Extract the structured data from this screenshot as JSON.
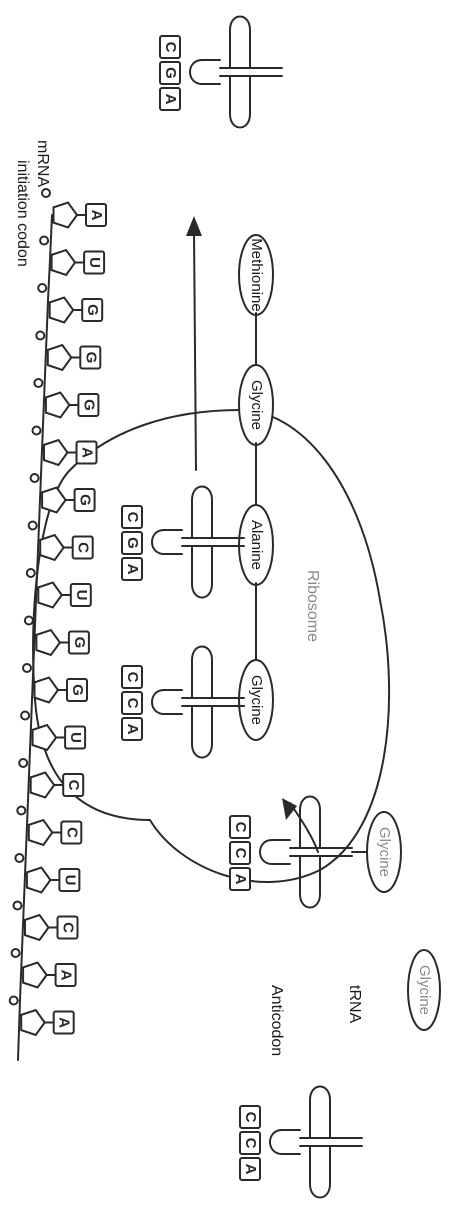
{
  "labels": {
    "mrna": "mRNA",
    "initiation_codon": "initiation codon",
    "ribosome": "Ribosome",
    "trna": "tRNA",
    "anticodon": "Anticodon"
  },
  "mrna_bases": [
    "A",
    "U",
    "G",
    "G",
    "G",
    "A",
    "G",
    "C",
    "U",
    "G",
    "G",
    "U",
    "C",
    "C",
    "U",
    "C",
    "A",
    "A"
  ],
  "chain_amino_acids": [
    "Methionine",
    "Glycine",
    "Alanine",
    "Glycine"
  ],
  "bound_trnas": [
    {
      "amino_acid": "Alanine",
      "anticodon": [
        "C",
        "G",
        "A"
      ]
    },
    {
      "amino_acid": "Glycine",
      "anticodon": [
        "C",
        "C",
        "A"
      ]
    }
  ],
  "incoming_trna": {
    "amino_acid": "Glycine",
    "anticodon": [
      "C",
      "C",
      "A"
    ]
  },
  "departing_trna": {
    "anticodon": [
      "C",
      "G",
      "A"
    ]
  },
  "legend_trna": {
    "amino_acid": "Glycine",
    "anticodon": [
      "C",
      "C",
      "A"
    ]
  },
  "colors": {
    "ink": "#2a2a2a",
    "faint": "#8a8a8a",
    "background": "#ffffff"
  }
}
